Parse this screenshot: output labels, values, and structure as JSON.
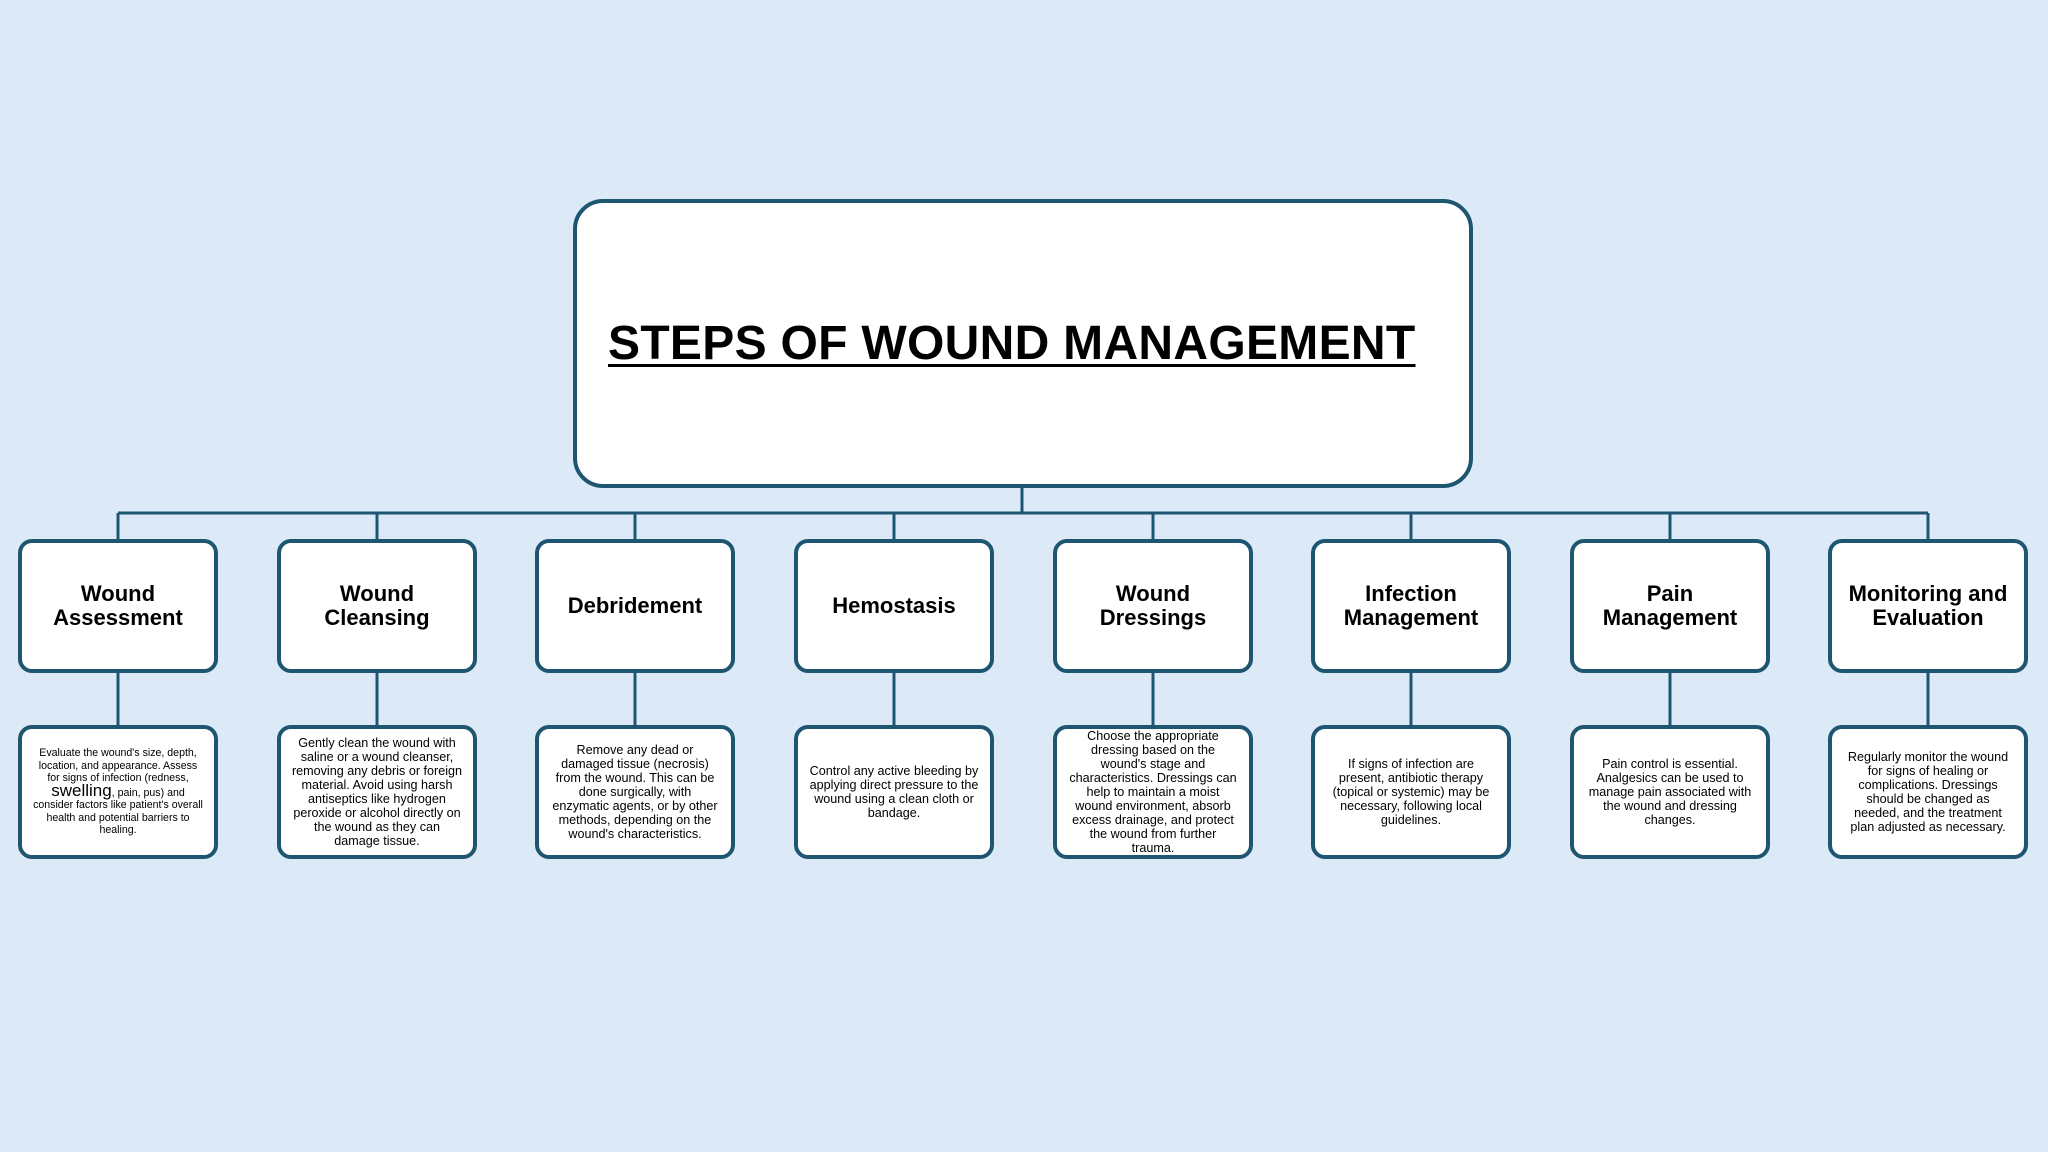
{
  "colors": {
    "background": "#dce9f7",
    "box_border": "#1e5672",
    "connector": "#1e5672",
    "box_fill": "#ffffff"
  },
  "title": "STEPS OF WOUND MANAGEMENT",
  "steps": [
    {
      "label": "Wound\nAssessment",
      "description": "Evaluate the wound's size, depth, location, and appearance. Assess for signs of infection (redness, ",
      "description_emphasis": "swelling",
      "description_tail": ", pain, pus) and consider factors like patient's overall health and potential barriers to healing."
    },
    {
      "label": "Wound\nCleansing",
      "description": "Gently clean the wound with saline or a wound cleanser, removing any debris or foreign material. Avoid using harsh antiseptics like hydrogen peroxide or alcohol directly on the wound as they can damage tissue."
    },
    {
      "label": "Debridement",
      "description": "Remove any dead or damaged tissue (necrosis) from the wound. This can be done surgically, with enzymatic agents, or by other methods, depending on the wound's characteristics."
    },
    {
      "label": "Hemostasis",
      "description": "Control any active bleeding by applying direct pressure to the wound using a clean cloth or bandage."
    },
    {
      "label": "Wound\nDressings",
      "description": "Choose the appropriate dressing based on the wound's stage and characteristics. Dressings can help to maintain a moist wound environment, absorb excess drainage, and protect the wound from further trauma."
    },
    {
      "label": "Infection\nManagement",
      "description": "If signs of infection are present, antibiotic therapy (topical or systemic) may be necessary, following local guidelines."
    },
    {
      "label": "Pain\nManagement",
      "description": "Pain control is essential. Analgesics can be used to manage pain associated with the wound and dressing changes."
    },
    {
      "label": "Monitoring and\nEvaluation",
      "description": "Regularly monitor the wound for signs of healing or complications. Dressings should be changed as needed, and the treatment plan adjusted as necessary."
    }
  ]
}
